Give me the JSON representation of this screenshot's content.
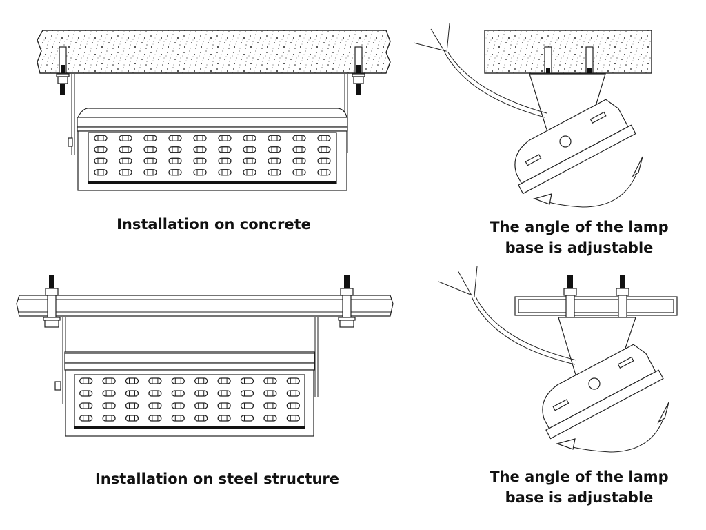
{
  "figure": {
    "panels": [
      {
        "id": "concrete-front",
        "caption": "Installation on concrete",
        "mount": "concrete",
        "view": "front"
      },
      {
        "id": "concrete-side",
        "caption_lines": [
          "The angle of the lamp",
          "base is adjustable"
        ],
        "mount": "concrete",
        "view": "side"
      },
      {
        "id": "steel-front",
        "caption": "Installation on steel structure",
        "mount": "steel",
        "view": "front"
      },
      {
        "id": "steel-side",
        "caption_lines": [
          "The angle of the lamp",
          "base is adjustable"
        ],
        "mount": "steel",
        "view": "side"
      }
    ],
    "led_grid": {
      "rows": 4,
      "cols": 10
    },
    "colors": {
      "line": "#222222",
      "background": "#ffffff",
      "text": "#111111"
    }
  }
}
